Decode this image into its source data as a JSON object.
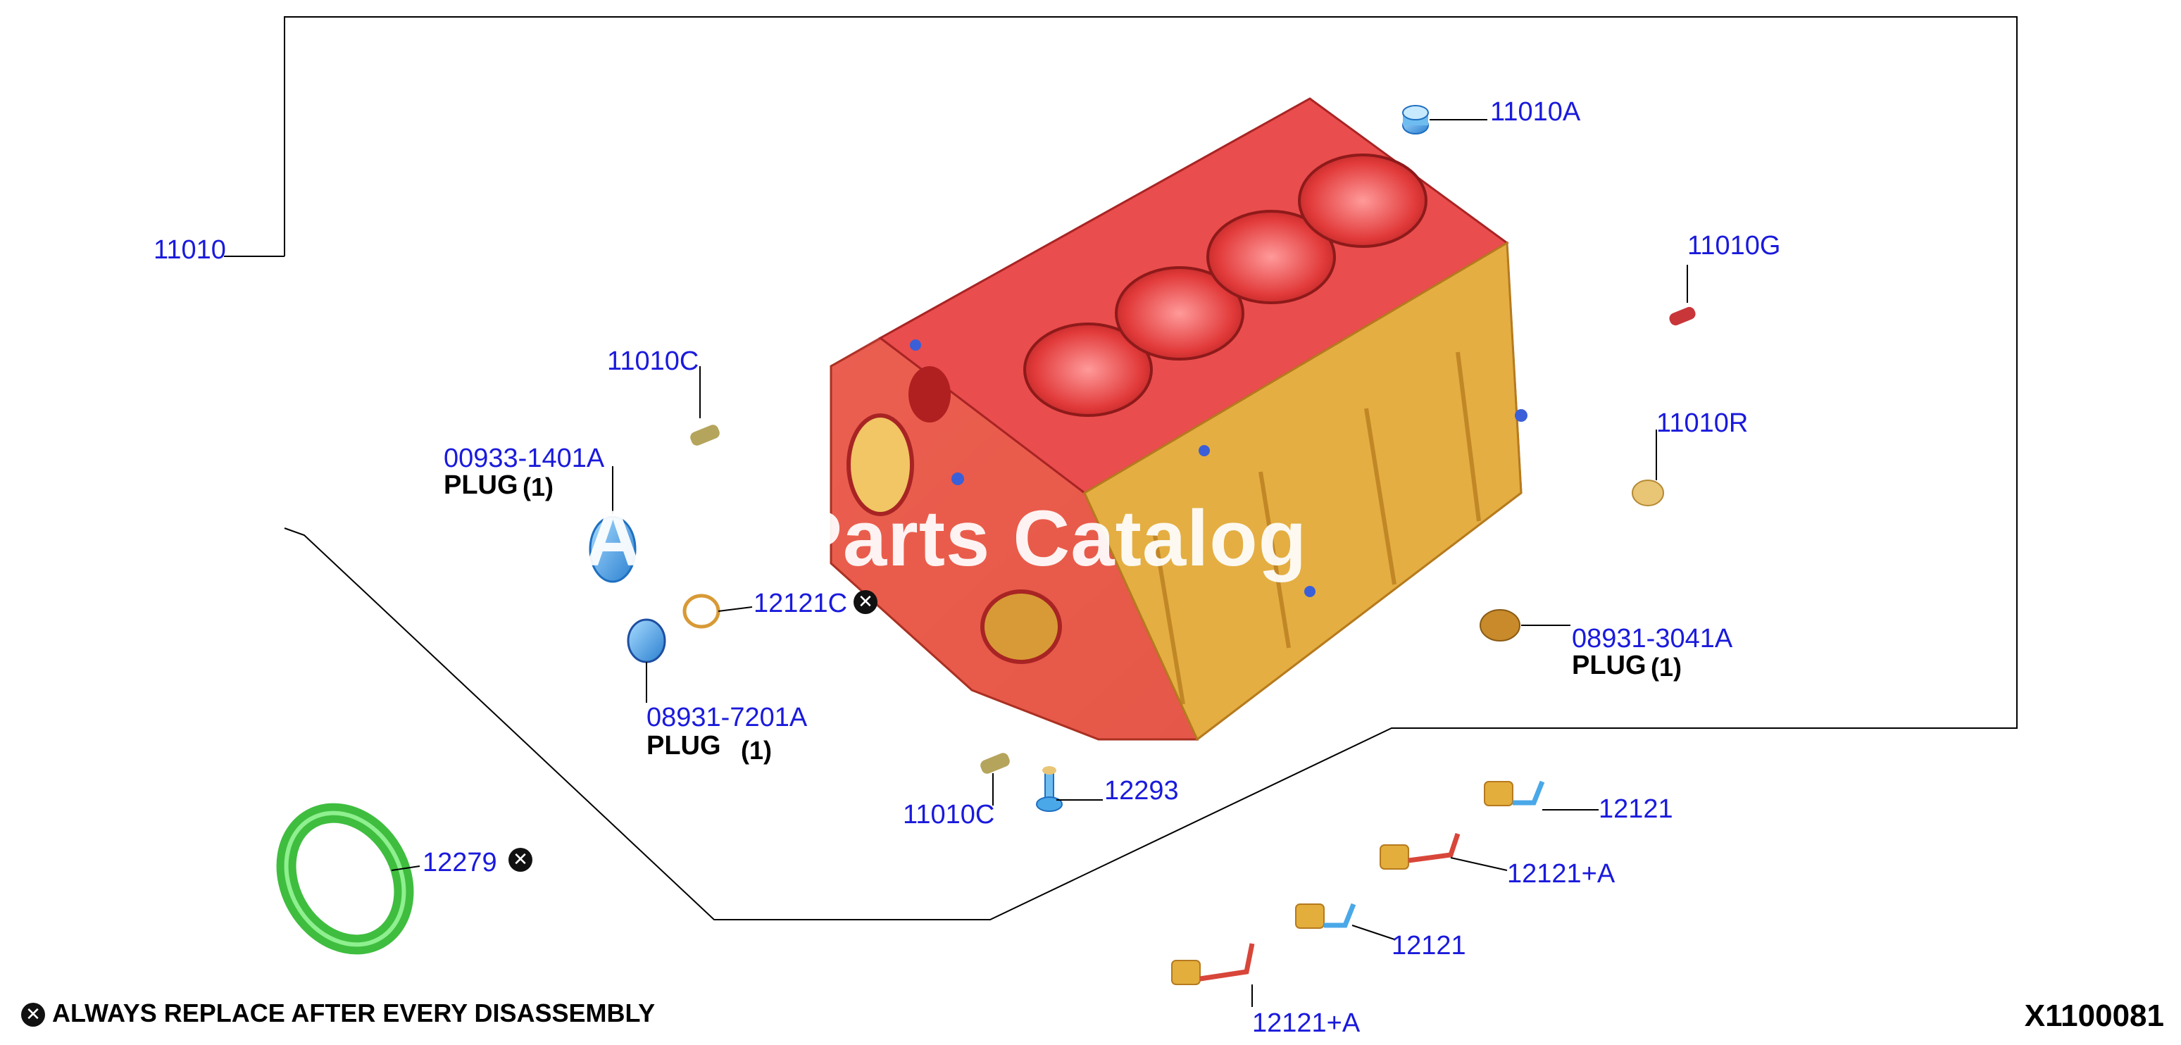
{
  "callouts": {
    "c11010": "11010",
    "c11010A": "11010A",
    "c11010G": "11010G",
    "c11010C_top": "11010C",
    "c11010R": "11010R",
    "c00933": "00933-1401A",
    "plug1_label": "PLUG",
    "plug1_qty": "(1)",
    "c12121C": "12121C",
    "c08931_3041": "08931-3041A",
    "plug3_label": "PLUG",
    "plug3_qty": "(1)",
    "c08931_7201": "08931-7201A",
    "plug2_label": "PLUG",
    "plug2_qty": "(1)",
    "c11010C_bottom": "11010C",
    "c12293": "12293",
    "c12121_a": "12121",
    "c12121A_a": "12121+A",
    "c12121_b": "12121",
    "c12121A_b": "12121+A",
    "c12279": "12279"
  },
  "legend": {
    "symbol": "✕",
    "text": "ALWAYS REPLACE AFTER EVERY DISASSEMBLY"
  },
  "figure_code": "X1100081",
  "watermark": "Auto Parts Catalog",
  "colors": {
    "callout": "#1a1adc",
    "block_gold": "#e8b84a",
    "block_red": "#e8474a",
    "ring_green": "#5ad65a",
    "plug_blue": "#4aa8e8"
  }
}
